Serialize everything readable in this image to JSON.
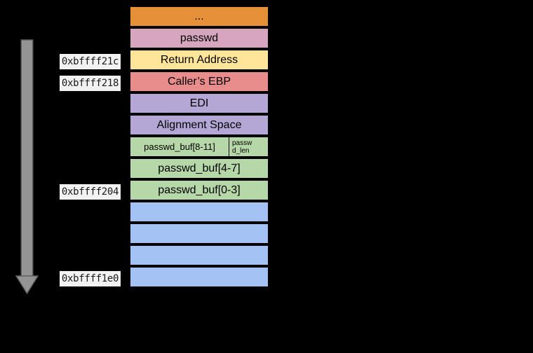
{
  "diagram": {
    "background_color": "#000000",
    "address_label_background": "#f2f2f2",
    "growth_arrow": {
      "direction": "down",
      "fill_color": "#949494",
      "border_color": "#5e5e5e"
    },
    "stack": {
      "rows": [
        {
          "name": "stack-row-ellipsis",
          "label": "...",
          "color": "#E69138"
        },
        {
          "name": "stack-row-passwd",
          "label": "passwd",
          "color": "#D5A6BD"
        },
        {
          "name": "stack-row-return-address",
          "label": "Return Address",
          "color": "#FFE599",
          "address": "0xbffff21c"
        },
        {
          "name": "stack-row-callers-ebp",
          "label": "Caller’s EBP",
          "color": "#E88C8C",
          "address": "0xbffff218"
        },
        {
          "name": "stack-row-edi",
          "label": "EDI",
          "color": "#B4A7D6"
        },
        {
          "name": "stack-row-alignment-space",
          "label": "Alignment Space",
          "color": "#B4A7D6"
        },
        {
          "name": "stack-row-passwd-buf-8-11",
          "color": "#B6D7A8",
          "cells": [
            {
              "name": "cell-passwd-buf-8-11",
              "label": "passwd_buf[8-11]"
            },
            {
              "name": "cell-passwd-len",
              "label": "passw\nd_len"
            }
          ]
        },
        {
          "name": "stack-row-passwd-buf-4-7",
          "label": "passwd_buf[4-7]",
          "color": "#B6D7A8"
        },
        {
          "name": "stack-row-passwd-buf-0-3",
          "label": "passwd_buf[0-3]",
          "color": "#B6D7A8",
          "address": "0xbffff204"
        },
        {
          "name": "stack-row-empty-1",
          "label": "",
          "color": "#A4C2F4"
        },
        {
          "name": "stack-row-empty-2",
          "label": "",
          "color": "#A4C2F4"
        },
        {
          "name": "stack-row-empty-3",
          "label": "",
          "color": "#A4C2F4"
        },
        {
          "name": "stack-row-empty-4",
          "label": "",
          "color": "#A4C2F4",
          "address": "0xbffff1e0"
        }
      ]
    }
  }
}
